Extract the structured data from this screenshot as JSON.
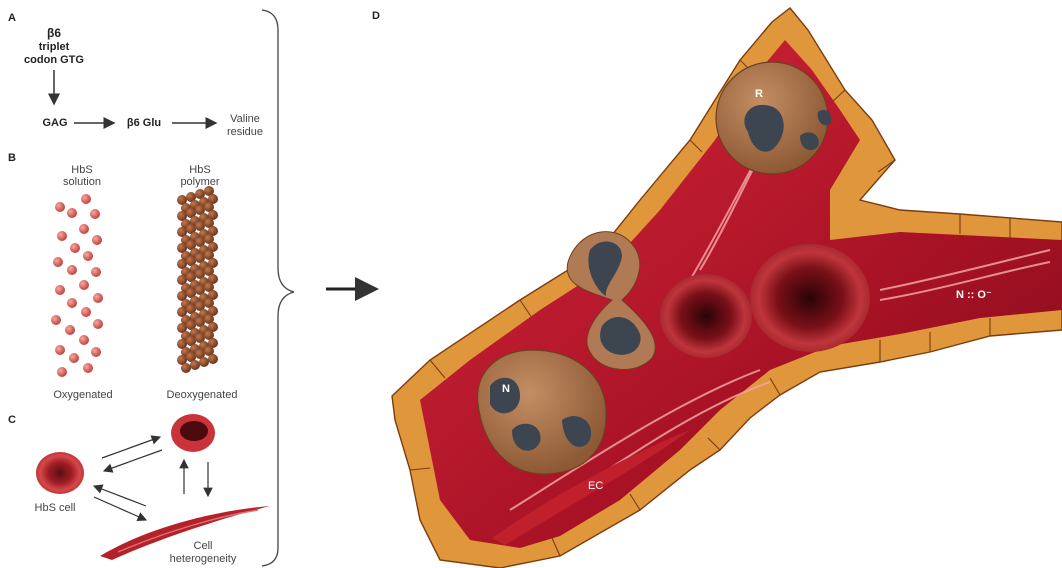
{
  "panels": {
    "a": "A",
    "b": "B",
    "c": "C",
    "d": "D"
  },
  "panel_a": {
    "beta6": "β6",
    "triplet": "triplet",
    "codon_gtg": "codon GTG",
    "gag": "GAG",
    "beta6_glu": "β6 Glu",
    "valine": "Valine",
    "residue": "residue"
  },
  "panel_b": {
    "hbs_solution_1": "HbS",
    "hbs_solution_2": "solution",
    "hbs_polymer_1": "HbS",
    "hbs_polymer_2": "polymer",
    "oxygenated": "Oxygenated",
    "deoxygenated": "Deoxygenated"
  },
  "panel_c": {
    "hbs_cell": "HbS cell",
    "cell": "Cell",
    "heterogeneity": "heterogeneity"
  },
  "panel_d": {
    "r": "R",
    "n": "N",
    "no": "N :: O⁻",
    "ec": "EC"
  },
  "colors": {
    "vessel_red": "#b5122a",
    "endothelium_orange": "#e0963a",
    "cell_red": "#c8323c",
    "leukocyte_brown": "#9a6a45",
    "nucleus_gray": "#3d4550",
    "molecule_red": "#d8605a",
    "polymer_brown": "#8a4a2e"
  },
  "icons": [
    "arrow-right-icon",
    "arrow-down-icon",
    "brace-icon"
  ]
}
